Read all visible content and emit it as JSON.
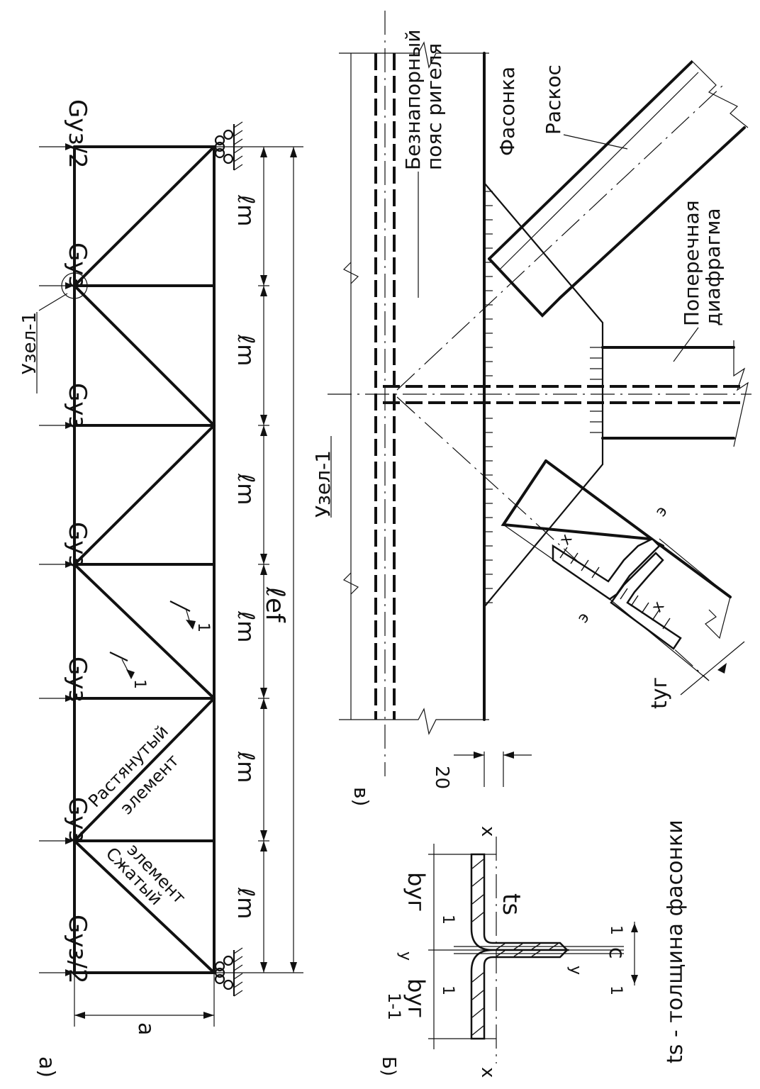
{
  "truss": {
    "panel_label": "а)",
    "load_end": "Gуз/2",
    "load_mid": "Gуз",
    "node_label": "Узел-1",
    "panel_len": "ℓm",
    "span_len": "ℓef",
    "height": "a",
    "compressed": [
      "Сжатый",
      "элемент"
    ],
    "tension": [
      "Растянутый",
      "элемент"
    ],
    "section_mark": "1"
  },
  "section": {
    "panel_label": "Б)",
    "title": "1-1",
    "b_angle": "bуг",
    "ts": "ts",
    "c": "c",
    "x": "x",
    "y": "y",
    "one": "1",
    "note": "ts - толщина фасонки"
  },
  "node": {
    "panel_label": "в)",
    "node_label": "Узел-1",
    "chord_label": [
      "Безнапорный",
      "пояс ригеля"
    ],
    "gusset": "Фасонка",
    "brace": "Раскос",
    "diaphragm": [
      "Поперечная",
      "диафрагма"
    ],
    "dim": "20",
    "t_angle": "tуг",
    "x": "x",
    "e": "э"
  }
}
